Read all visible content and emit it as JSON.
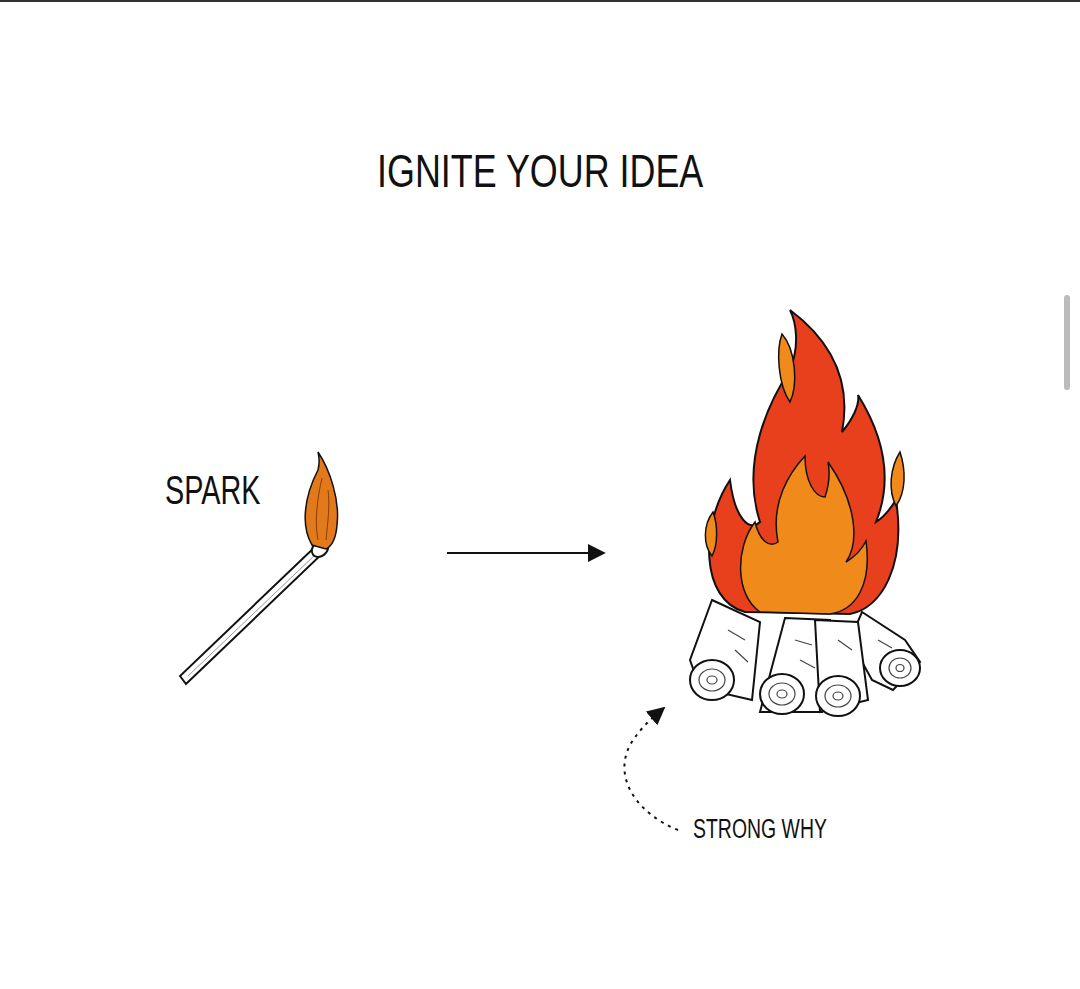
{
  "diagram": {
    "title": "IGNITE YOUR IDEA",
    "labels": [
      "SPARK",
      "STRONG WHY"
    ]
  }
}
